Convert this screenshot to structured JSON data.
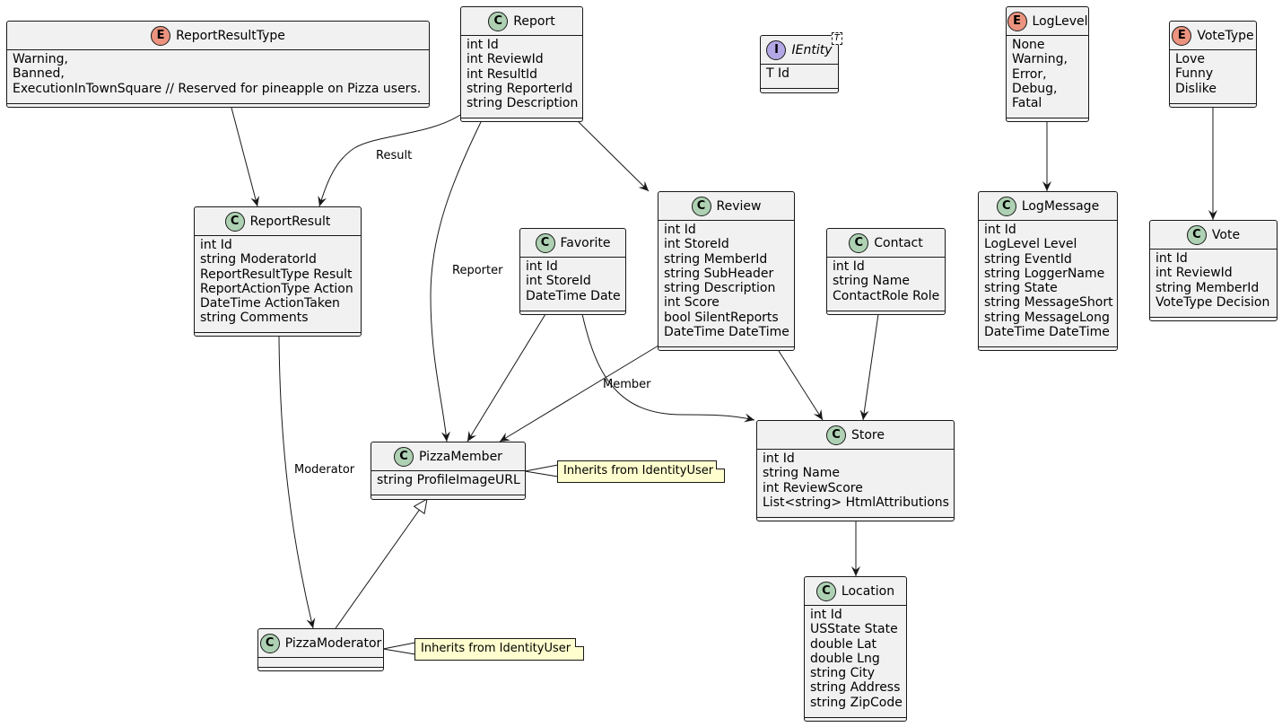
{
  "classes": {
    "report_result_type": {
      "stereotype": "E",
      "name": "ReportResultType",
      "attrs": [
        "Warning,",
        "Banned,",
        "ExecutionInTownSquare // Reserved for pineapple on Pizza users."
      ]
    },
    "report": {
      "stereotype": "C",
      "name": "Report",
      "attrs": [
        "int Id",
        "int ReviewId",
        "int ResultId",
        "string ReporterId",
        "string Description"
      ]
    },
    "ientity": {
      "stereotype": "I",
      "name": "IEntity",
      "type_param": "T",
      "attrs": [
        "T Id"
      ]
    },
    "log_level": {
      "stereotype": "E",
      "name": "LogLevel",
      "attrs": [
        "None",
        "Warning,",
        "Error,",
        "Debug,",
        "Fatal"
      ]
    },
    "vote_type": {
      "stereotype": "E",
      "name": "VoteType",
      "attrs": [
        "Love",
        "Funny",
        "Dislike"
      ]
    },
    "report_result": {
      "stereotype": "C",
      "name": "ReportResult",
      "attrs": [
        "int Id",
        "string ModeratorId",
        "ReportResultType Result",
        "ReportActionType Action",
        "DateTime ActionTaken",
        "string Comments"
      ]
    },
    "favorite": {
      "stereotype": "C",
      "name": "Favorite",
      "attrs": [
        "int Id",
        "int StoreId",
        "DateTime Date"
      ]
    },
    "review": {
      "stereotype": "C",
      "name": "Review",
      "attrs": [
        "int Id",
        "int StoreId",
        "string MemberId",
        "string SubHeader",
        "string Description",
        "int Score",
        "bool SilentReports",
        "DateTime DateTime"
      ]
    },
    "contact": {
      "stereotype": "C",
      "name": "Contact",
      "attrs": [
        "int Id",
        "string Name",
        "ContactRole Role"
      ]
    },
    "log_message": {
      "stereotype": "C",
      "name": "LogMessage",
      "attrs": [
        "int Id",
        "LogLevel Level",
        "string EventId",
        "string LoggerName",
        "string State",
        "string MessageShort",
        "string MessageLong",
        "DateTime DateTime"
      ]
    },
    "vote": {
      "stereotype": "C",
      "name": "Vote",
      "attrs": [
        "int Id",
        "int ReviewId",
        "string MemberId",
        "VoteType Decision"
      ]
    },
    "pizza_member": {
      "stereotype": "C",
      "name": "PizzaMember",
      "attrs": [
        "string ProfileImageURL"
      ]
    },
    "store": {
      "stereotype": "C",
      "name": "Store",
      "attrs": [
        "int Id",
        "string Name",
        "int ReviewScore",
        "List<string> HtmlAttributions"
      ]
    },
    "pizza_moderator": {
      "stereotype": "C",
      "name": "PizzaModerator",
      "attrs": []
    },
    "location": {
      "stereotype": "C",
      "name": "Location",
      "attrs": [
        "int Id",
        "USState State",
        "double Lat",
        "double Lng",
        "string City",
        "string Address",
        "string ZipCode"
      ]
    }
  },
  "notes": {
    "member_note": "Inherits from IdentityUser",
    "moderator_note": "Inherits from IdentityUser"
  },
  "edge_labels": {
    "result": "Result",
    "reporter": "Reporter",
    "member": "Member",
    "moderator": "Moderator"
  },
  "colors": {
    "class_badge": "#add1b2",
    "enum_badge": "#eb937f",
    "interface_badge": "#b4a7e5",
    "box_fill": "#f1f1f1",
    "note_fill": "#fefece",
    "line": "#181818"
  }
}
